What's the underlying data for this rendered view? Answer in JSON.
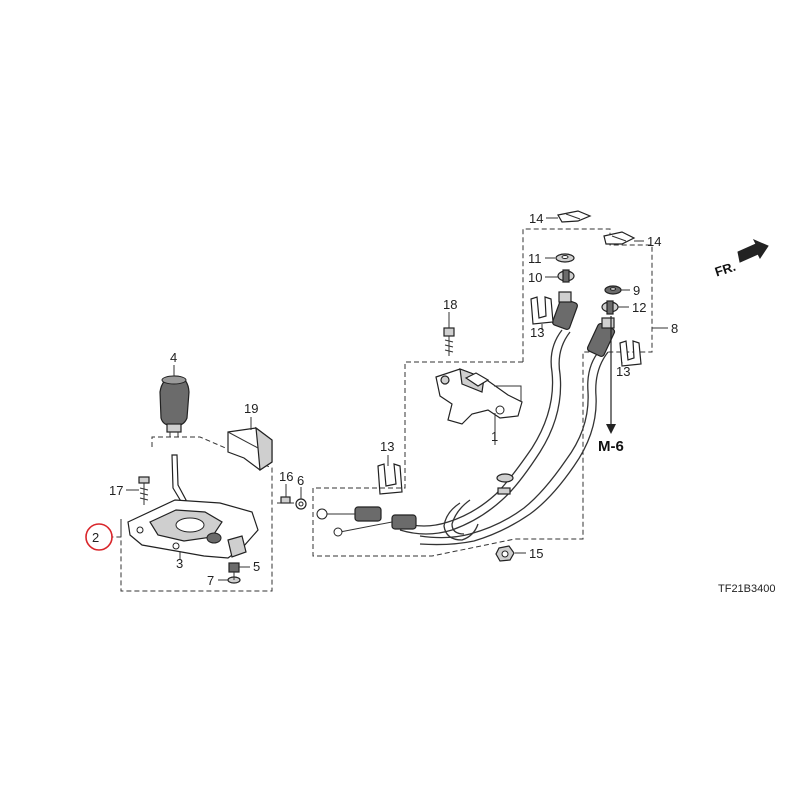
{
  "diagram": {
    "callouts": [
      {
        "id": "1",
        "label": "1"
      },
      {
        "id": "2",
        "label": "2"
      },
      {
        "id": "3",
        "label": "3"
      },
      {
        "id": "4",
        "label": "4"
      },
      {
        "id": "5",
        "label": "5"
      },
      {
        "id": "6",
        "label": "6"
      },
      {
        "id": "7",
        "label": "7"
      },
      {
        "id": "8",
        "label": "8"
      },
      {
        "id": "9",
        "label": "9"
      },
      {
        "id": "10",
        "label": "10"
      },
      {
        "id": "11",
        "label": "11"
      },
      {
        "id": "12",
        "label": "12"
      },
      {
        "id": "13a",
        "label": "13"
      },
      {
        "id": "13b",
        "label": "13"
      },
      {
        "id": "13c",
        "label": "13"
      },
      {
        "id": "14a",
        "label": "14"
      },
      {
        "id": "14b",
        "label": "14"
      },
      {
        "id": "15",
        "label": "15"
      },
      {
        "id": "16",
        "label": "16"
      },
      {
        "id": "17",
        "label": "17"
      },
      {
        "id": "18",
        "label": "18"
      },
      {
        "id": "19",
        "label": "19"
      }
    ],
    "reference_label": "M-6",
    "direction_label": "FR.",
    "drawing_code": "TF21B3400",
    "highlight_color": "#d9262b"
  }
}
